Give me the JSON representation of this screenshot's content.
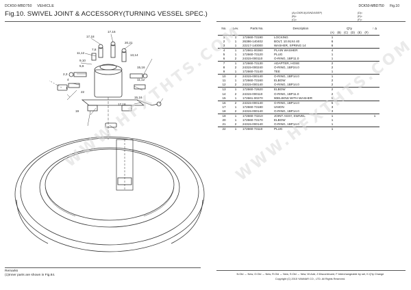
{
  "header": {
    "model_left": "DCK50-MBD750",
    "section": "VEHICLE",
    "title": "Fig.10.  SWIVEL JOINT & ACCESSORY(TURNING VESSEL SPEC.)",
    "model_right": "DCK50-MBD750",
    "fig_right": "Fig.10"
  },
  "codes": {
    "a": "(A)=C50R-5(US/NZ/AS/EP)",
    "b": "(B)=",
    "c": "(C)=",
    "d": "(D)=",
    "e": "(E)=",
    "f": "(F)="
  },
  "table": {
    "headers": {
      "no": "No.",
      "lev": "Lev.",
      "parts_no": "Parts No.",
      "description": "Description",
      "qty": "Q'ty",
      "ref": "↑ Δ"
    },
    "qty_cols": [
      "(A)",
      "(B)",
      "(C)",
      "(D)",
      "(E)",
      "(F)"
    ],
    "rows": [
      {
        "no": "1",
        "lev": "1",
        "pn": "172660-73190",
        "desc": "LOCKING",
        "a": "1",
        "x": ""
      },
      {
        "no": "2",
        "lev": "1",
        "pn": "26386-140402",
        "desc": "BOLT, 10.91X4 40",
        "a": "6",
        "x": ""
      },
      {
        "no": "3",
        "lev": "1",
        "pn": "22217-140000",
        "desc": "WASHER, SPRING 14",
        "a": "6",
        "x": ""
      },
      {
        "no": "4",
        "lev": "1",
        "pn": "172661-00360",
        "desc": "PLAIN WASHER",
        "a": "4",
        "x": ""
      },
      {
        "no": "5",
        "lev": "1",
        "pn": "172660-73120",
        "desc": "PLUG",
        "a": "1",
        "x": ""
      },
      {
        "no": "6",
        "lev": "2",
        "pn": "24315-000110",
        "desc": "O-RING, 1BP11.0",
        "a": "1",
        "x": ""
      },
      {
        "no": "7",
        "lev": "1",
        "pn": "172660-73130",
        "desc": "ADAPTER, HOSE",
        "a": "2",
        "x": ""
      },
      {
        "no": "8",
        "lev": "2",
        "pn": "24315-000240",
        "desc": "O-RING, 1BP24.0",
        "a": "2",
        "x": ""
      },
      {
        "no": "9",
        "lev": "1",
        "pn": "172660-73140",
        "desc": "TEE",
        "a": "1",
        "x": ""
      },
      {
        "no": "10",
        "lev": "2",
        "pn": "24315-000140",
        "desc": "O-RING, 1BP14.0",
        "a": "1",
        "x": ""
      },
      {
        "no": "11",
        "lev": "1",
        "pn": "172660-73160",
        "desc": "ELBOW",
        "a": "2",
        "x": ""
      },
      {
        "no": "12",
        "lev": "2",
        "pn": "24315-000140",
        "desc": "O-RING, 1BP14.0",
        "a": "2",
        "x": ""
      },
      {
        "no": "13",
        "lev": "1",
        "pn": "172660-72620",
        "desc": "ELBOW",
        "a": "2",
        "x": ""
      },
      {
        "no": "14",
        "lev": "2",
        "pn": "24315-000110",
        "desc": "O-RING, 1BP11.0",
        "a": "2",
        "x": ""
      },
      {
        "no": "15",
        "lev": "1",
        "pn": "172661-00270",
        "desc": "90ELBOW WITH WASHER",
        "a": "5",
        "x": ""
      },
      {
        "no": "16",
        "lev": "2",
        "pn": "24315-000140",
        "desc": "O-RING, 1BP14.0",
        "a": "5",
        "x": ""
      },
      {
        "no": "17",
        "lev": "1",
        "pn": "172660-73180",
        "desc": "UNION",
        "a": "3",
        "x": ""
      },
      {
        "no": "18",
        "lev": "2",
        "pn": "24315-000140",
        "desc": "O-RING, 1BP14.0",
        "a": "3",
        "x": ""
      },
      {
        "no": "19",
        "lev": "1",
        "pn": "172660-73210",
        "desc": "JOINT ASSY, SWIVEL",
        "a": "1",
        "x": "1"
      },
      {
        "no": "20",
        "lev": "1",
        "pn": "172660-73170",
        "desc": "ELBOW",
        "a": "1",
        "x": ""
      },
      {
        "no": "21",
        "lev": "2",
        "pn": "24315-000140",
        "desc": "O-RING, 1BP14.0",
        "a": "1",
        "x": ""
      },
      {
        "no": "22",
        "lev": "1",
        "pn": "172660-73110",
        "desc": "PLUG",
        "a": "1",
        "x": ""
      }
    ]
  },
  "callouts": [
    "17,16",
    "17,18",
    "20,21",
    "7,8",
    "13,14",
    "11,12",
    "9,10",
    "15,16",
    "5,6",
    "2,3",
    "4",
    "1",
    "11,12",
    "22",
    "15,16",
    "17,18",
    "19"
  ],
  "remarks": {
    "label": "Remarks",
    "text": "(1)Inner parts are shown in Fig.84."
  },
  "legend": "N:Old → New, O:Old → New, R:Old → New, S:Old → New, W:Add, Z:Discontinued, F:Interchangeable by set, K:Q'ty Change",
  "copyright": "Copyright (C) 2015 YANMAR CO., LTD. All Rights Reserved.",
  "watermark": "WWW.HFXTHTS.COM"
}
